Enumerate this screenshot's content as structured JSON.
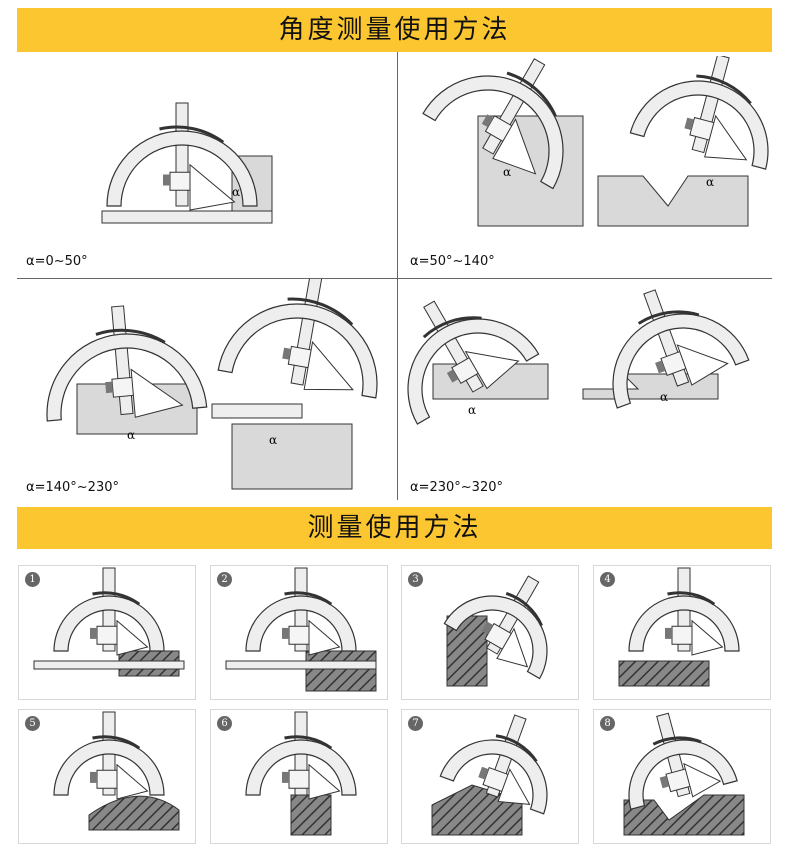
{
  "section1": {
    "title": "角度测量使用方法",
    "ranges": [
      "α=0~50°",
      "α=50°~140°",
      "α=140°~230°",
      "α=230°~320°"
    ],
    "angle_symbol": "α"
  },
  "section2": {
    "title": "测量使用方法",
    "steps": [
      "1",
      "2",
      "3",
      "4",
      "5",
      "6",
      "7",
      "8"
    ]
  },
  "colors": {
    "banner": "#fcc630",
    "workpiece": "#d9d9d9",
    "hatch": "#555555"
  }
}
